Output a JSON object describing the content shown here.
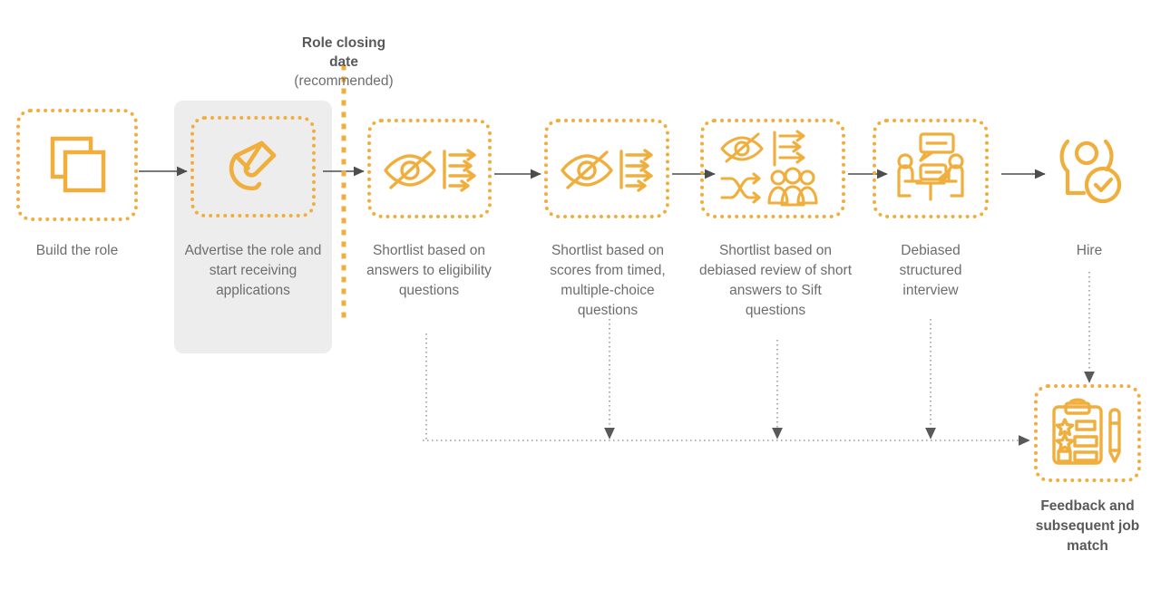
{
  "diagram": {
    "title_visible": false,
    "colors": {
      "accent": "#f0ae3c",
      "text": "#6d6d6d",
      "text_bold": "#58595b",
      "arrow": "#4d4d4d",
      "panel": "#ededed",
      "dotted_grey": "#8c8c8c"
    }
  },
  "milestone": {
    "line1": "Role closing",
    "line2": "date",
    "note": "(recommended)"
  },
  "steps": [
    {
      "id": "build-the-role",
      "label": "Build the role",
      "icon": "stacked-documents-icon",
      "boxed": true,
      "highlighted": false
    },
    {
      "id": "advertise-the-role",
      "label": "Advertise the role and start receiving applications",
      "icon": "magnet-icon",
      "boxed": true,
      "highlighted": true
    },
    {
      "id": "shortlist-eligibility",
      "label": "Shortlist based on answers to eligibility questions",
      "icon": "anonymised-eye-list-icon",
      "boxed": true,
      "highlighted": false
    },
    {
      "id": "shortlist-scores",
      "label": "Shortlist based on scores from timed, multiple-choice questions",
      "icon": "anonymised-eye-list-icon",
      "boxed": true,
      "highlighted": false
    },
    {
      "id": "shortlist-debiased-review",
      "label": "Shortlist based on debiased review of short answers to Sift questions",
      "icon": "anonymised-eye-list-shuffle-people-icon",
      "boxed": true,
      "highlighted": false
    },
    {
      "id": "debiased-structured-interview",
      "label": "Debiased structured interview",
      "icon": "interview-icon",
      "boxed": true,
      "highlighted": false
    },
    {
      "id": "hire",
      "label": "Hire",
      "icon": "celebrating-person-check-icon",
      "boxed": false,
      "highlighted": false
    }
  ],
  "outcome": {
    "id": "feedback-and-job-match",
    "label": "Feedback and subsequent job match",
    "icon": "clipboard-rating-pen-icon",
    "boxed": true
  },
  "connectors": {
    "solid_arrow_count": 6,
    "feedback_sources": [
      "shortlist-eligibility",
      "shortlist-scores",
      "shortlist-debiased-review",
      "debiased-structured-interview",
      "hire"
    ]
  }
}
